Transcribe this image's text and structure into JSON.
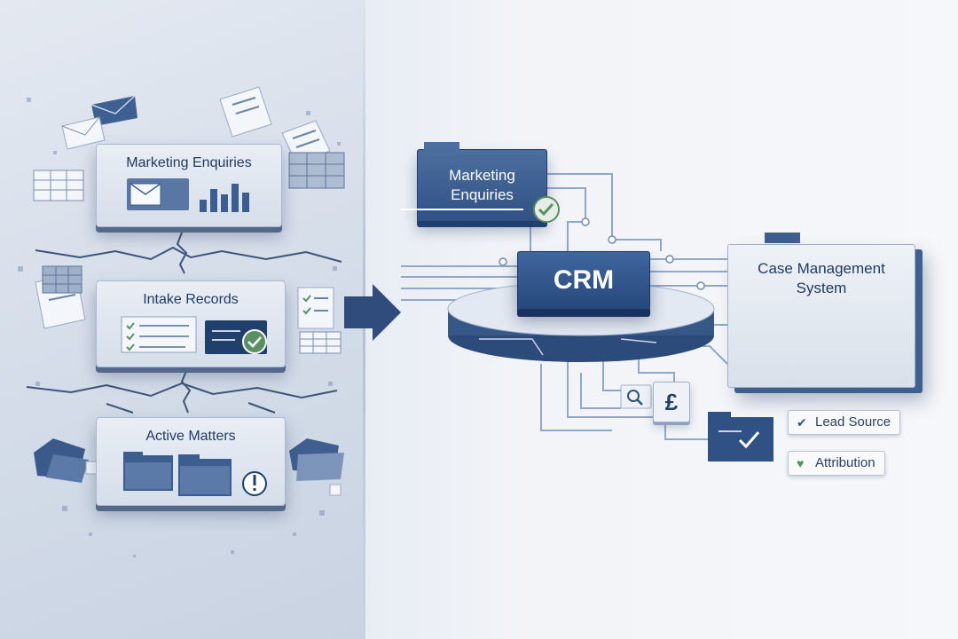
{
  "left": {
    "cards": [
      {
        "title": "Marketing Enquiries"
      },
      {
        "title": "Intake Records"
      },
      {
        "title": "Active Matters"
      }
    ]
  },
  "right": {
    "marketing_folder": {
      "line1": "Marketing",
      "line2": "Enquiries"
    },
    "crm": {
      "label": "CRM"
    },
    "case_management": {
      "line1": "Case Management",
      "line2": "System"
    },
    "currency_symbol": "£",
    "tags": {
      "lead_source": "Lead Source",
      "attribution": "Attribution"
    }
  },
  "colors": {
    "primary_blue": "#2c4f85",
    "check_green": "#5a8f63",
    "background_left": "#d6deea",
    "background_right": "#f4f6f9"
  }
}
